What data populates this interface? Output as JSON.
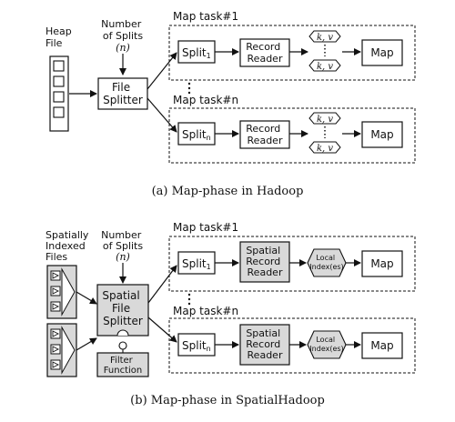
{
  "panel_a": {
    "heap_file_label": [
      "Heap",
      "File"
    ],
    "number_of_splits_label": [
      "Number",
      "of Splits"
    ],
    "n_symbol": "(n)",
    "file_splitter_label": [
      "File",
      "Splitter"
    ],
    "task_top_title": "Map task#1",
    "task_bottom_title": "Map task#n",
    "split_top_text": "Split",
    "split_top_subscript": "1",
    "split_bottom_text": "Split",
    "split_bottom_subscript": "n",
    "record_reader_label": [
      "Record",
      "Reader"
    ],
    "kv_label": "k, v",
    "map_label": "Map",
    "caption": "(a) Map-phase in Hadoop"
  },
  "panel_b": {
    "spatial_files_label": [
      "Spatially",
      "Indexed",
      "Files"
    ],
    "number_of_splits_label": [
      "Number",
      "of Splits"
    ],
    "n_symbol": "(n)",
    "spatial_file_splitter_label": [
      "Spatial",
      "File",
      "Splitter"
    ],
    "filter_function_label": [
      "Filter",
      "Function"
    ],
    "task_top_title": "Map task#1",
    "task_bottom_title": "Map task#n",
    "split_top_text": "Split",
    "split_top_subscript": "1",
    "split_bottom_text": "Split",
    "split_bottom_subscript": "n",
    "spatial_record_reader_label": [
      "Spatial",
      "Record",
      "Reader"
    ],
    "local_index_label": [
      "Local",
      "Index(es)"
    ],
    "map_label": "Map",
    "caption": "(b) Map-phase in SpatialHadoop"
  },
  "colors": {
    "gray_fill": "#d9d9d9",
    "stroke": "#111111"
  }
}
